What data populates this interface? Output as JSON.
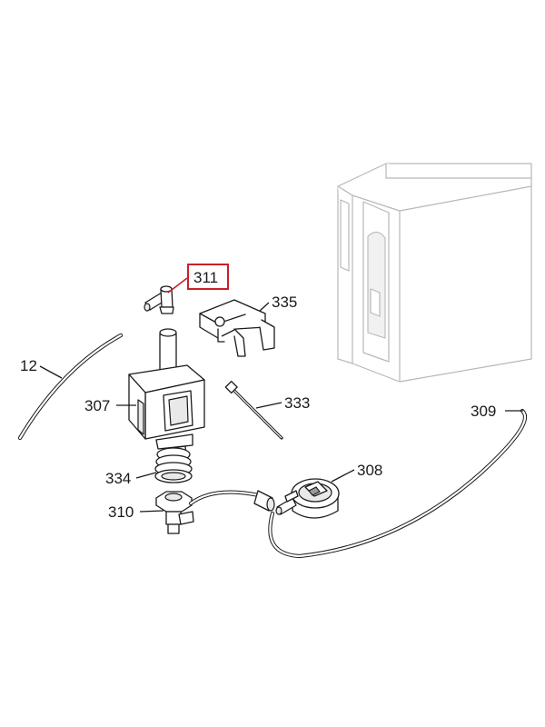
{
  "callouts": {
    "c12": "12",
    "c307": "307",
    "c308": "308",
    "c309": "309",
    "c310": "310",
    "c311": "311",
    "c333": "333",
    "c334": "334",
    "c335": "335"
  },
  "highlight_color": "#c8202a"
}
